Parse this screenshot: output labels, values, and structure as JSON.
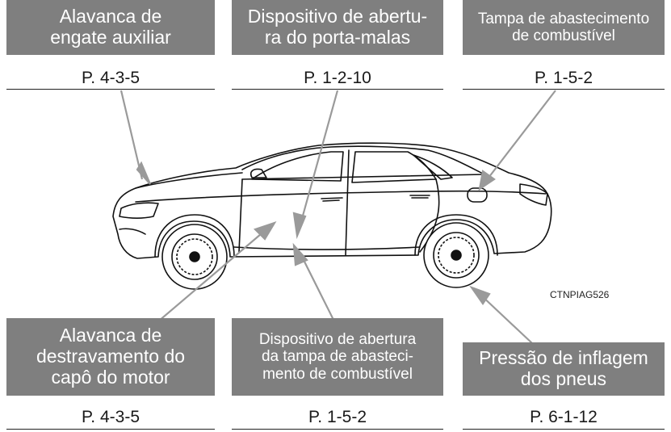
{
  "callouts": [
    {
      "title_lines": [
        "Alavanca de",
        "engate auxiliar"
      ],
      "page": "P. 4-3-5"
    },
    {
      "title_lines": [
        "Dispositivo de abertu-",
        "ra do porta-malas"
      ],
      "page": "P. 1-2-10"
    },
    {
      "title_lines": [
        "Tampa de abastecimento",
        "de combustível"
      ],
      "page": "P. 1-5-2"
    },
    {
      "title_lines": [
        "Alavanca de",
        "destravamento do",
        "capô do motor"
      ],
      "page": "P. 4-3-5"
    },
    {
      "title_lines": [
        "Dispositivo de abertura",
        "da tampa de abasteci-",
        "mento de combustível"
      ],
      "page": "P. 1-5-2"
    },
    {
      "title_lines": [
        "Pressão de inflagem",
        "dos pneus"
      ],
      "page": "P. 6-1-12"
    }
  ],
  "image_code": "CTNPIAG526"
}
